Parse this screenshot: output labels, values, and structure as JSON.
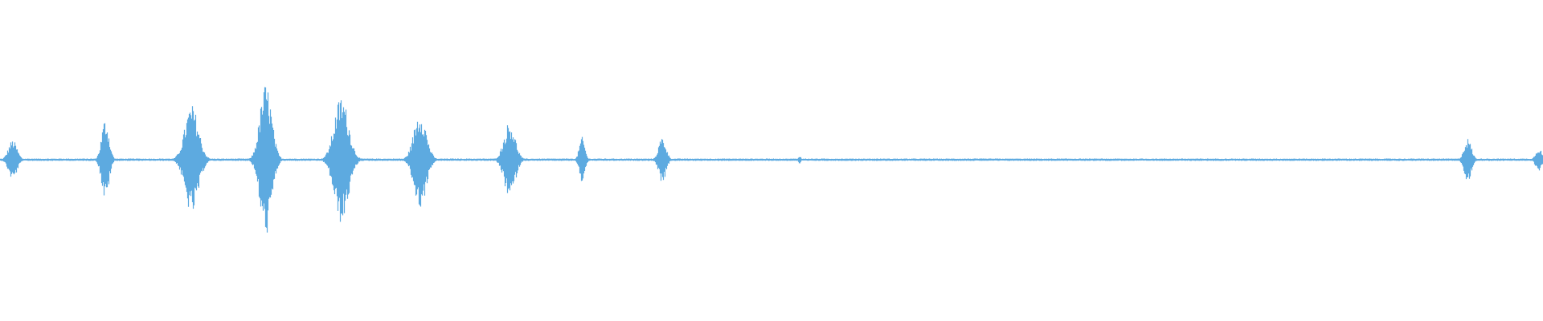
{
  "waveform": {
    "color": "#5DAAE0",
    "baseline_color": "#5DAAE0",
    "bursts": [
      {
        "center": 0.008,
        "width": 0.014,
        "amplitude": 0.13
      },
      {
        "center": 0.068,
        "width": 0.012,
        "amplitude": 0.27
      },
      {
        "center": 0.124,
        "width": 0.022,
        "amplitude": 0.36
      },
      {
        "center": 0.172,
        "width": 0.019,
        "amplitude": 0.5
      },
      {
        "center": 0.221,
        "width": 0.023,
        "amplitude": 0.42
      },
      {
        "center": 0.272,
        "width": 0.02,
        "amplitude": 0.32
      },
      {
        "center": 0.33,
        "width": 0.018,
        "amplitude": 0.25
      },
      {
        "center": 0.377,
        "width": 0.009,
        "amplitude": 0.15
      },
      {
        "center": 0.429,
        "width": 0.012,
        "amplitude": 0.15
      },
      {
        "center": 0.518,
        "width": 0.004,
        "amplitude": 0.03
      },
      {
        "center": 0.951,
        "width": 0.012,
        "amplitude": 0.14
      },
      {
        "center": 0.997,
        "width": 0.01,
        "amplitude": 0.08
      }
    ],
    "noise_floor": 0.008
  }
}
